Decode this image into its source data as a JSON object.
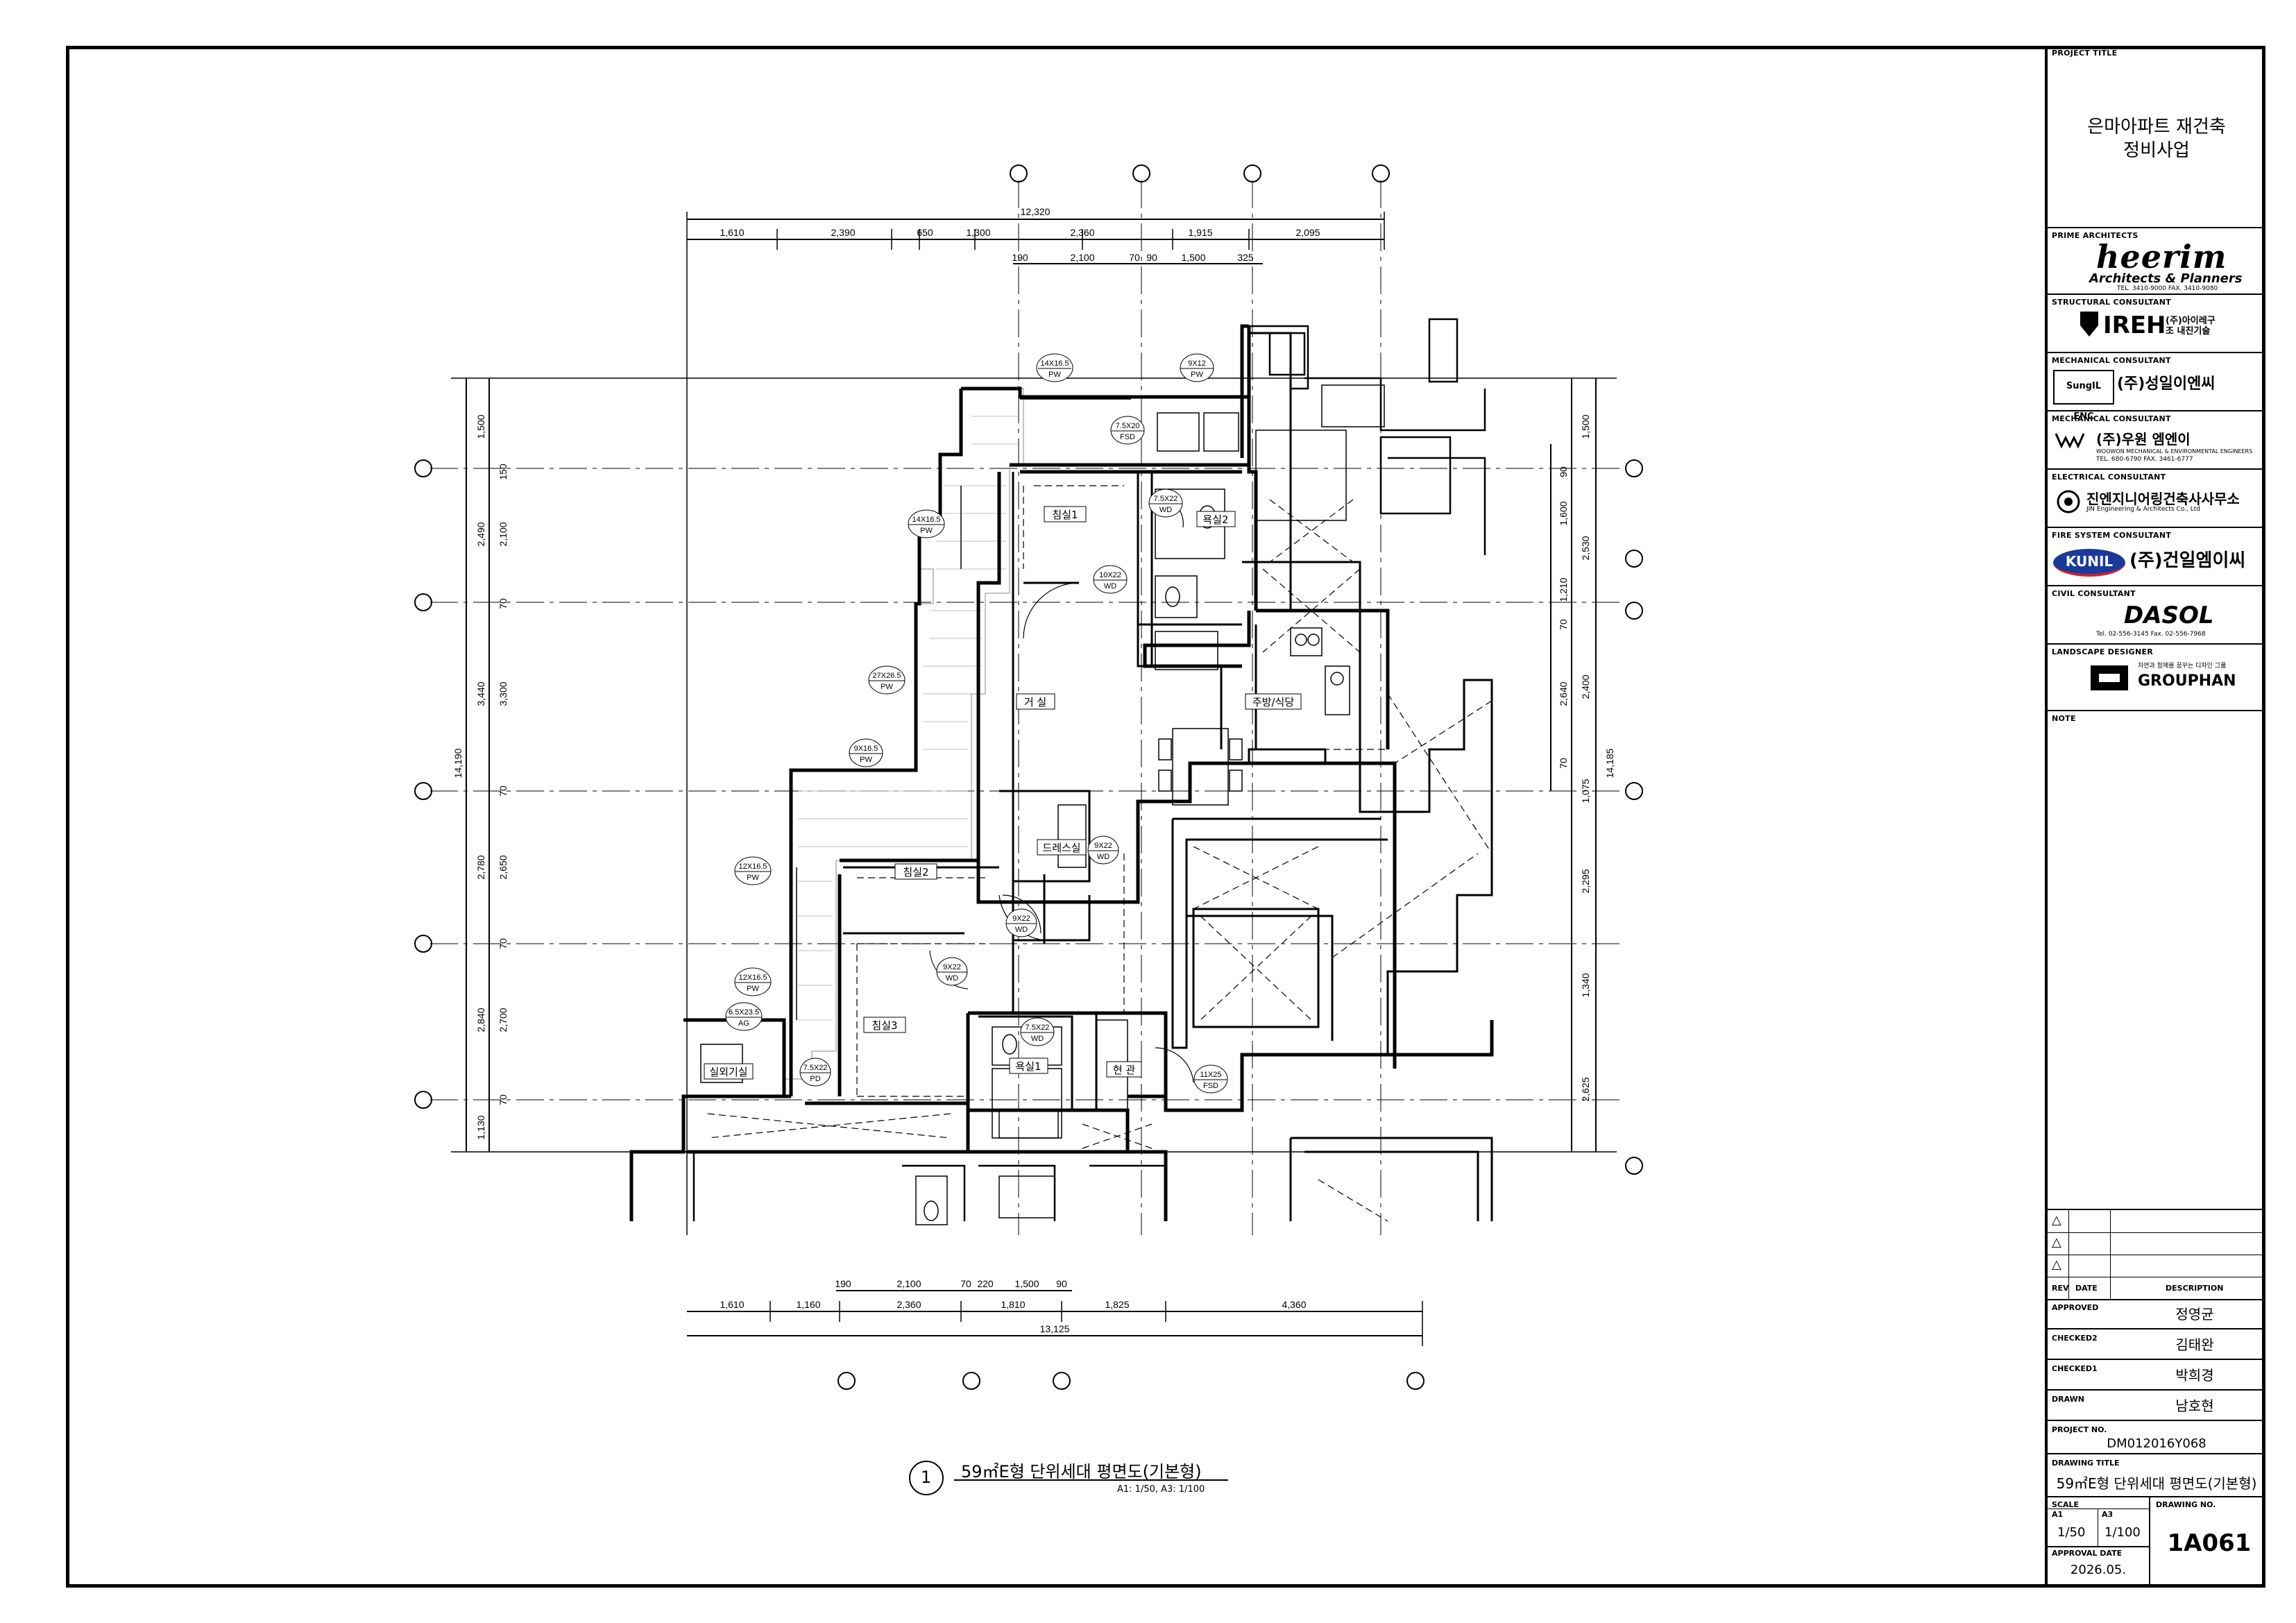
{
  "title_block": {
    "project_title_caption": "PROJECT TITLE",
    "project_title_line1": "은마아파트 재건축",
    "project_title_line2": "정비사업",
    "prime_architects_caption": "PRIME ARCHITECTS",
    "heerim_name": "heerim",
    "heerim_sub": "Architects & Planners",
    "heerim_tel": "TEL. 3410-9000 FAX. 3410-9080",
    "structural_caption": "STRUCTURAL CONSULTANT",
    "structural_name": "IREH",
    "structural_kor": "(주)아이레구조 내진기술",
    "mechanical_caption_1": "MECHANICAL CONSULTANT",
    "mechanical_name_1": "(주)성일이엔씨",
    "mechanical_logo_1": "SungIL ENC",
    "mechanical_caption_2": "MECHANICAL CONSULTANT",
    "mechanical_name_2": "(주)우원 엠엔이",
    "mechanical_en_2": "WOOWON MECHANICAL & ENVIRONMENTAL ENGINEERS",
    "mechanical_tel_2": "TEL. 680-6790 FAX. 3461-6777",
    "electrical_caption": "ELECTRICAL CONSULTANT",
    "electrical_name": "진엔지니어링건축사사무소",
    "electrical_en": "JIN Engineering & Architects Co., Ltd",
    "fire_caption": "FIRE SYSTEM CONSULTANT",
    "fire_logo": "KUNIL",
    "fire_name": "(주)건일엠이씨",
    "civil_caption": "CIVIL CONSULTANT",
    "civil_logo": "DASOL",
    "civil_tel": "Tel. 02-556-3145   Fax. 02-556-7968",
    "landscape_caption": "LANDSCAPE DESIGNER",
    "landscape_name": "GROUPHAN",
    "landscape_slogan": "자연과 함께를 꿈꾸는 디자인 그룹",
    "note_caption": "NOTE",
    "revisions": [
      "△",
      "△",
      "△"
    ],
    "rev_caption": "REV",
    "date_caption": "DATE",
    "description_caption": "DESCRIPTION",
    "approved_caption": "APPROVED",
    "approved": "정영균",
    "checked2_caption": "CHECKED2",
    "checked2": "김태완",
    "checked1_caption": "CHECKED1",
    "checked1": "박희경",
    "drawn_caption": "DRAWN",
    "drawn": "남호현",
    "project_no_caption": "PROJECT NO.",
    "project_no": "DM012016Y068",
    "drawing_title_caption": "DRAWING TITLE",
    "drawing_title": "59㎡E형 단위세대 평면도(기본형)",
    "scale_caption": "SCALE",
    "a1_caption": "A1",
    "a3_caption": "A3",
    "scale_a1": "1/50",
    "scale_a3": "1/100",
    "drawing_no_caption": "DRAWING NO.",
    "drawing_no": "1A061",
    "approval_date_caption": "APPROVAL DATE",
    "approval_date": "2026.05."
  },
  "caption": {
    "number": "1",
    "title": "59㎡E형 단위세대 평면도(기본형)",
    "scale": "A1: 1/50,  A3: 1/100"
  },
  "dimensions": {
    "top_total": "12,320",
    "top_row1": [
      "1,610",
      "2,390",
      "650",
      "1,300",
      "2,360",
      "1,915",
      "2,095"
    ],
    "top_row2": [
      "190",
      "2,100",
      "70",
      "90",
      "1,500",
      "325"
    ],
    "bottom_row1": [
      "190",
      "2,100",
      "70",
      "220",
      "1,500",
      "90"
    ],
    "bottom_row2": [
      "1,610",
      "1,160",
      "2,360",
      "1,810",
      "1,825",
      "4,360"
    ],
    "bottom_total": "13,125",
    "left_total": "14,190",
    "left_row1": [
      "1,500",
      "2,490",
      "3,440",
      "2,780",
      "2,840",
      "1,130"
    ],
    "left_row2": [
      "150",
      "2,100",
      "70",
      "3,300",
      "70",
      "2,650",
      "70",
      "2,700",
      "70"
    ],
    "right_total": "14,185",
    "right_row1": [
      "1,500",
      "2,530",
      "2,400",
      "1,075",
      "2,295",
      "1,340",
      "2,625"
    ],
    "right_row2": [
      "90",
      "1,600",
      "1,210",
      "70",
      "2,640",
      "70"
    ]
  },
  "rooms": {
    "bedroom1": "침실1",
    "bedroom2": "침실2",
    "bedroom3": "침실3",
    "living": "거 실",
    "kitchen": "주방/식당",
    "bath1": "욕실1",
    "bath2": "욕실2",
    "dress": "드레스실",
    "entrance": "현 관",
    "utility": "실외기실"
  },
  "tags": {
    "pw1": "14X16.5",
    "pw1_code": "PW",
    "pw2": "9X12",
    "pw2_code": "PW",
    "fsd1": "7.5X20",
    "fsd1_code": "FSD",
    "wd1": "7.5X22",
    "wd1_code": "WD",
    "wd2": "10X22",
    "wd2_code": "WD",
    "pw3": "14X16.5",
    "pw3_code": "PW",
    "pw4": "27X26.5",
    "pw4_code": "PW",
    "pw5": "9X16.5",
    "pw5_code": "PW",
    "wd3": "9X22",
    "wd3_code": "WD",
    "wd4": "9X22",
    "wd4_code": "WD",
    "wd5": "9X22",
    "wd5_code": "WD",
    "pw6": "12X16.5",
    "pw6_code": "PW",
    "pw7": "12X16.5",
    "pw7_code": "PW",
    "ag": "6.5X23.5",
    "ag_code": "AG",
    "pd": "7.5X22",
    "pd_code": "PD",
    "wd6": "7.5X22",
    "wd6_code": "WD",
    "fsd2": "11X25",
    "fsd2_code": "FSD"
  }
}
